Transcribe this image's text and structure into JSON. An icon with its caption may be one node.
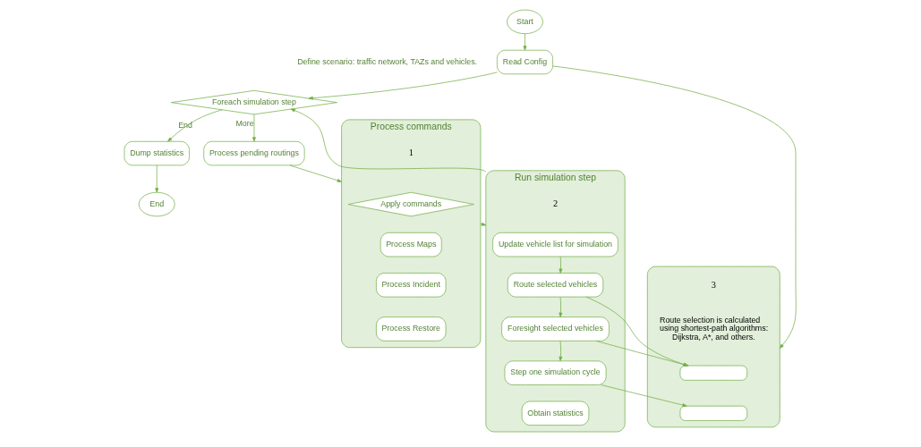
{
  "diagram": {
    "nodes": [
      {
        "text": [
          "Start"
        ]
      },
      {
        "text": [
          "Read Config"
        ],
        "beside": [
          "Define scenario: traffic network, TAZs and vehicles."
        ]
      },
      {
        "text": [
          "Foreach simulation step"
        ]
      },
      {
        "text": [
          "Process pending routings"
        ]
      },
      {
        "text": [
          "Process commands"
        ],
        "beside": [
          "1"
        ]
      },
      {
        "text": [
          "Apply commands"
        ],
        "in": 4
      },
      {
        "text": [
          "Process Maps"
        ],
        "in": 4
      },
      {
        "text": [
          "Process Incident"
        ],
        "in": 4
      },
      {
        "text": [
          "Process Restore"
        ],
        "in": 4
      },
      {
        "text": [
          "Run simulation step"
        ],
        "beside": [
          "2"
        ]
      },
      {
        "text": [
          "Update vehicle list for simulation"
        ],
        "in": 9
      },
      {
        "text": [
          "Route selected vehicles"
        ],
        "in": 9
      },
      {
        "text": [
          "Foresight selected vehicles"
        ],
        "in": 9
      },
      {
        "text": [
          "Step one simulation cycle"
        ],
        "in": 9
      },
      {
        "text": [
          "Obtain statistics"
        ],
        "in": 9
      },
      {
        "text": [],
        "shape": "box",
        "beside": [
          "3",
          "Route selection is calculated using shortest-path algorithms: Dijkstra, A*, and others."
        ]
      },
      {
        "text": [],
        "shape": "box",
        "in": 15
      },
      {
        "text": [],
        "shape": "box",
        "in": 15
      },
      {
        "text": [
          "Dump statistics"
        ]
      },
      {
        "text": [
          "End"
        ]
      }
    ],
    "edges": [
      {
        "from": 0,
        "to": 1,
        "arrow": "to"
      },
      {
        "from": 1,
        "to": 2,
        "arrow": "to"
      },
      {
        "from": 1,
        "to": 15,
        "arrow": "to"
      },
      {
        "from": 2,
        "to": 3,
        "arrow": "to",
        "label": "More"
      },
      {
        "from": 2,
        "to": 18,
        "arrow": "to",
        "label": "End"
      },
      {
        "from": 3,
        "to": 4,
        "arrow": "to"
      },
      {
        "from": 4,
        "to": 9,
        "arrow": "to"
      },
      {
        "from": 9,
        "to": 2,
        "arrow": "to"
      },
      {
        "from": 10,
        "to": 11,
        "arrow": "to"
      },
      {
        "from": 11,
        "to": 12,
        "arrow": "to"
      },
      {
        "from": 12,
        "to": 13,
        "arrow": "to"
      },
      {
        "from": 11,
        "to": 16,
        "arrow": "to"
      },
      {
        "from": 12,
        "to": 16,
        "arrow": "to"
      },
      {
        "from": 13,
        "to": 17,
        "arrow": "to"
      },
      {
        "from": 18,
        "to": 19,
        "arrow": "to"
      }
    ]
  }
}
